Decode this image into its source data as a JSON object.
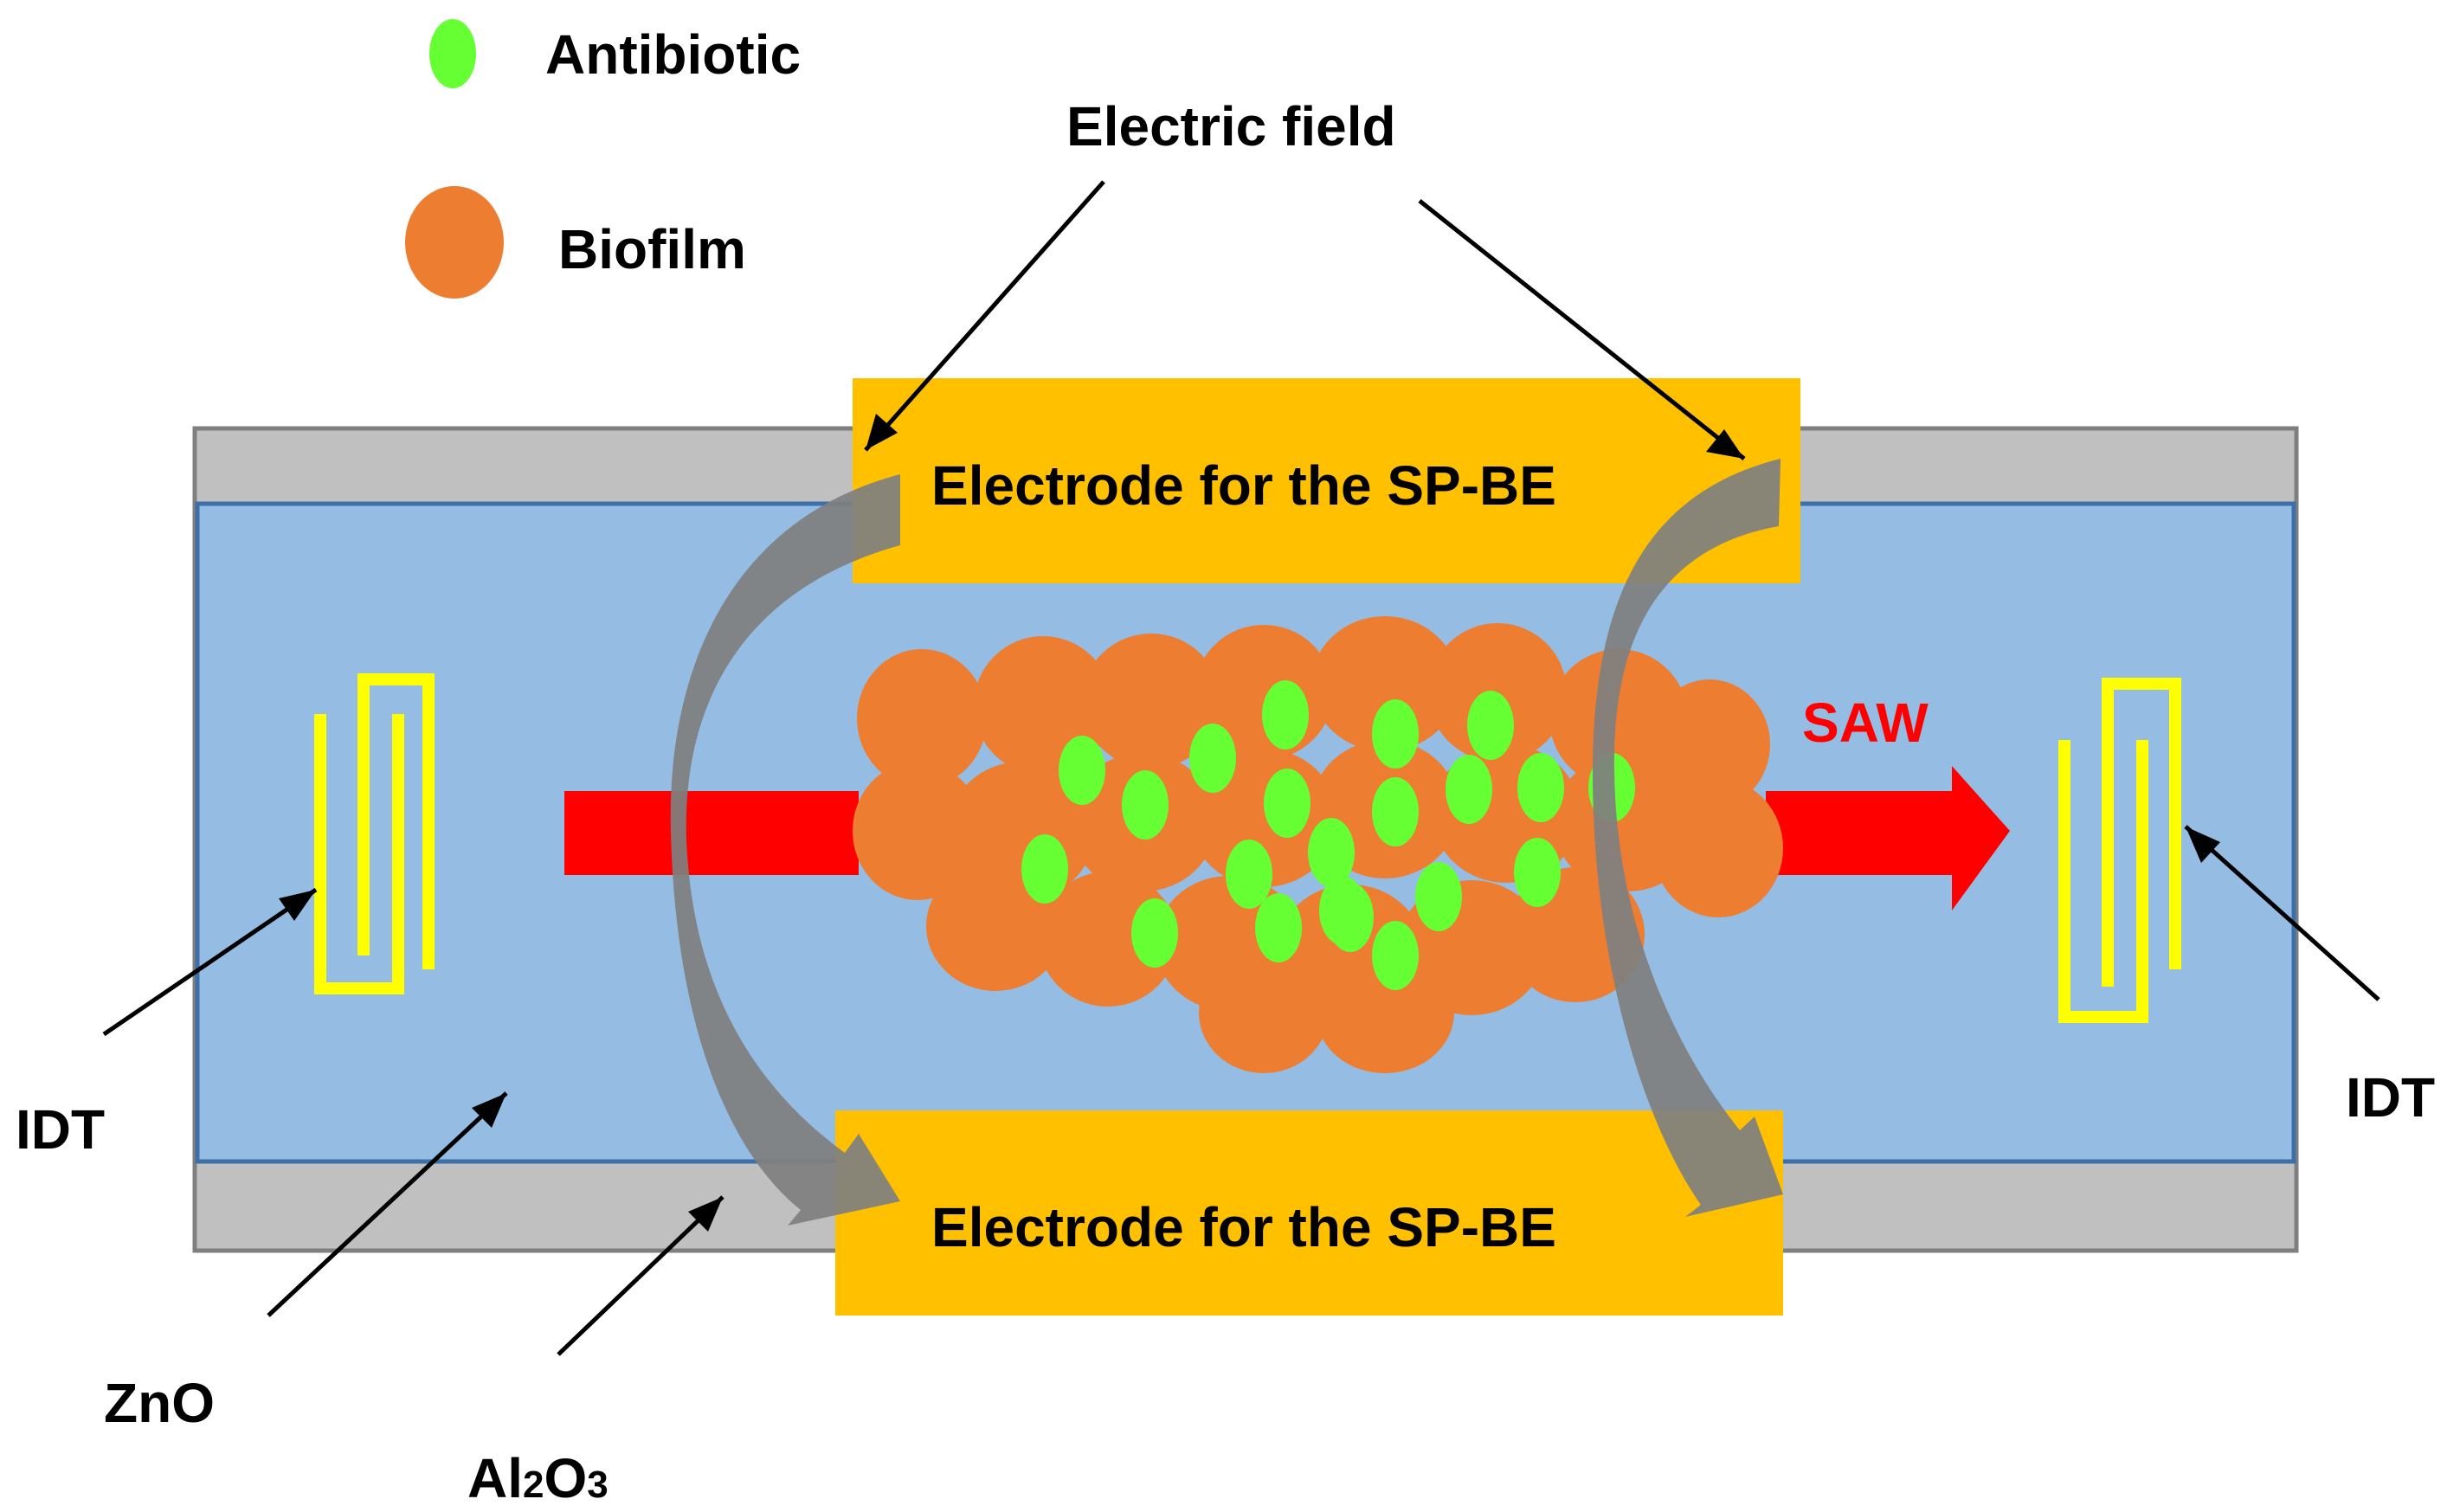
{
  "legend": {
    "antibiotic_label": "Antibiotic",
    "biofilm_label": "Biofilm"
  },
  "labels": {
    "electric_field": "Electric field",
    "electrode_top": "Electrode for the SP-BE",
    "electrode_bottom": "Electrode for the SP-BE",
    "saw": "SAW",
    "idt_left": "IDT",
    "idt_right": "IDT",
    "zno": "ZnO",
    "al2o3_base": "Al",
    "al2o3_sub1": "2",
    "al2o3_mid": "O",
    "al2o3_sub2": "3"
  },
  "colors": {
    "substrate": "#c0c0c0",
    "zno_layer": "#95bde3",
    "electrode": "#ffc000",
    "biofilm": "#ed7d31",
    "antibiotic": "#66ff33",
    "saw_arrow": "#ff0000",
    "idt": "#ffff00",
    "field_arrow": "#7f7f7f"
  }
}
